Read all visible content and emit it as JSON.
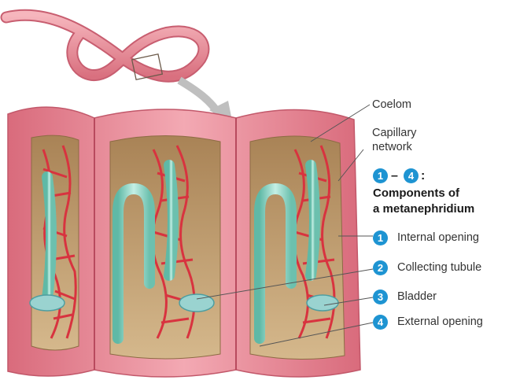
{
  "labels": {
    "coelom": "Coelom",
    "capillary_line1": "Capillary",
    "capillary_line2": "network"
  },
  "components": {
    "range_start": "1",
    "range_dash": "–",
    "range_end": "4",
    "range_colon": ":",
    "title_line1": "Components of",
    "title_line2": "a metanephridium",
    "items": [
      {
        "number": "1",
        "label": "Internal opening"
      },
      {
        "number": "2",
        "label": "Collecting tubule"
      },
      {
        "number": "3",
        "label": "Bladder"
      },
      {
        "number": "4",
        "label": "External opening"
      }
    ]
  },
  "colors": {
    "badge": "#1e94d2",
    "body_wall": "#e98a98",
    "coelom": "#c9a97a",
    "capillary": "#d8333f",
    "tubule": "#8fd3c4"
  }
}
